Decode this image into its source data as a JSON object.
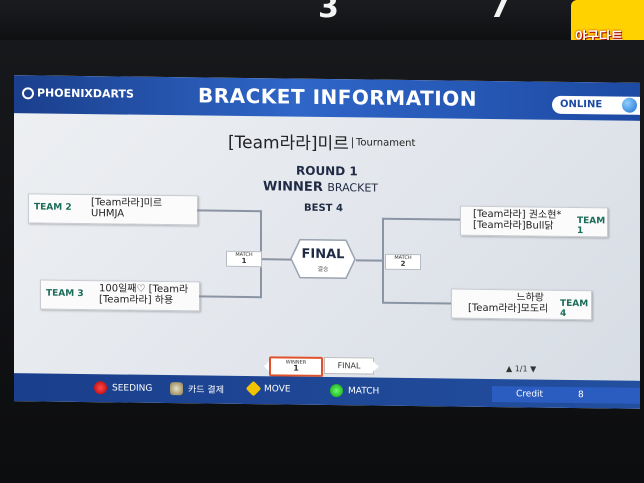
{
  "cabinet": {
    "digits": "3 7",
    "logo_text": "야구다트"
  },
  "header": {
    "brand": "PHOENIXDARTS",
    "title": "BRACKET INFORMATION",
    "status": "ONLINE"
  },
  "tournament": {
    "name": "[Team라라]미르",
    "type": "Tournament",
    "round": "ROUND 1",
    "bracket_bold": "WINNER",
    "bracket_rest": "BRACKET",
    "best": "BEST 4"
  },
  "teams": {
    "team2": {
      "label": "TEAM 2",
      "p1": "[Team라라]미르",
      "p2": "UHMJA"
    },
    "team3": {
      "label": "TEAM 3",
      "p1": "100일째♡   [Team라",
      "p2": "[Team라라] 하용"
    },
    "team1": {
      "label": "TEAM 1",
      "p1": "[Team라라] 권소현*",
      "p2": "[Team라라]Bull닭"
    },
    "team4": {
      "label": "TEAM 4",
      "p1": "느하랑",
      "p2": "[Team라라]모도리"
    }
  },
  "matches": {
    "m1": {
      "label": "MATCH",
      "num": "1"
    },
    "m2": {
      "label": "MATCH",
      "num": "2"
    }
  },
  "final": {
    "title": "FINAL",
    "sub": "결승"
  },
  "tabs": {
    "winner_small": "WINNER",
    "winner_num": "1",
    "final": "FINAL",
    "page": "▲ 1/1 ▼"
  },
  "footer": {
    "seeding": "SEEDING",
    "card": "카드 결제",
    "move": "MOVE",
    "match": "MATCH",
    "credit_label": "Credit",
    "credit_value": "8"
  }
}
